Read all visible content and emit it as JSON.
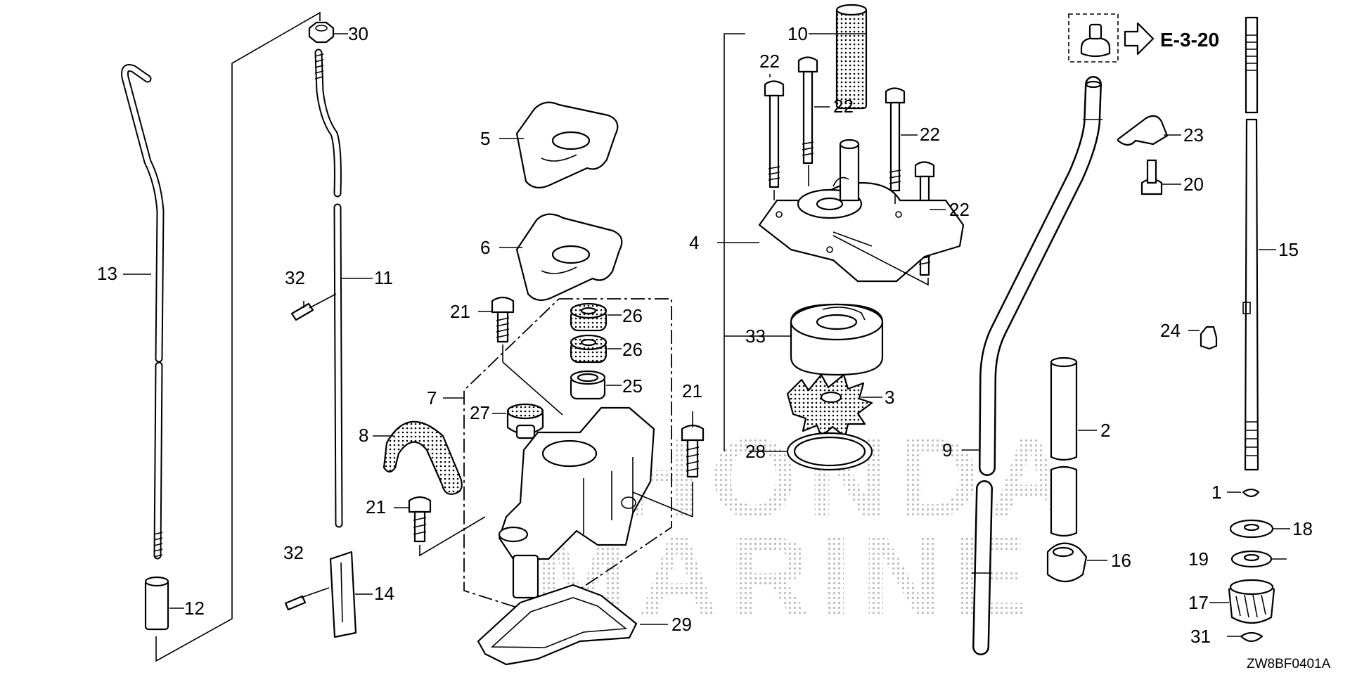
{
  "diagram_code": "ZW8BF0401A",
  "reference": {
    "label": "E-3-20"
  },
  "watermark": {
    "line1": "HONDA",
    "line2": "MARINE"
  },
  "callouts": {
    "c1": "1",
    "c2": "2",
    "c3": "3",
    "c4": "4",
    "c5": "5",
    "c6": "6",
    "c7": "7",
    "c8": "8",
    "c9": "9",
    "c10": "10",
    "c11": "11",
    "c12": "12",
    "c13": "13",
    "c14": "14",
    "c15": "15",
    "c16": "16",
    "c17": "17",
    "c18": "18",
    "c19": "19",
    "c20": "20",
    "c21a": "21",
    "c21b": "21",
    "c21c": "21",
    "c22a": "22",
    "c22b": "22",
    "c22c": "22",
    "c22d": "22",
    "c23": "23",
    "c24": "24",
    "c25": "25",
    "c26a": "26",
    "c26b": "26",
    "c27": "27",
    "c28": "28",
    "c29": "29",
    "c30": "30",
    "c31": "31",
    "c32a": "32",
    "c32b": "32",
    "c33": "33"
  }
}
